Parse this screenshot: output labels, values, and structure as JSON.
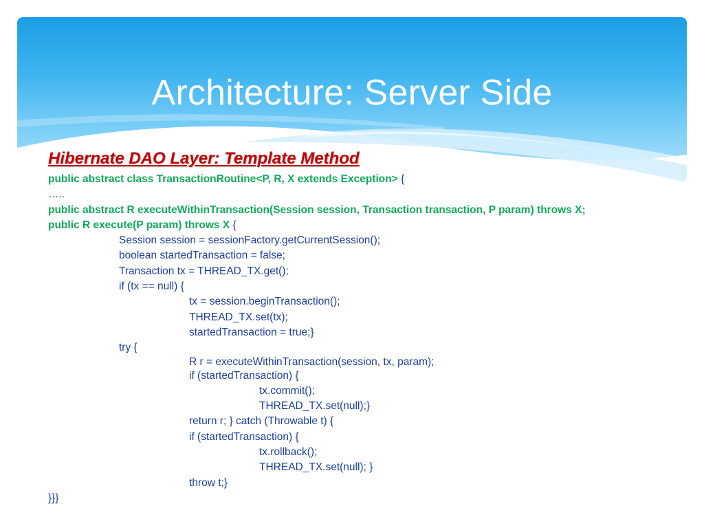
{
  "slide": {
    "title": "Architecture: Server Side",
    "heading": "Hibernate DAO Layer: Template Method",
    "lines": [
      {
        "a": "public abstract class TransactionRoutine<P, R, X extends Exception>",
        "b": " {"
      },
      {
        "a": "",
        "b": "….."
      },
      {
        "a": "public abstract R executeWithinTransaction(Session session, Transaction transaction, P param) throws X;",
        "b": ""
      },
      {
        "a": "public R execute(P param) throws X",
        "b": " {"
      },
      {
        "a": "",
        "b": "Session session = sessionFactory.getCurrentSession();"
      },
      {
        "a": "",
        "b": "boolean startedTransaction = false;"
      },
      {
        "a": "",
        "b": "Transaction tx = THREAD_TX.get();"
      },
      {
        "a": "",
        "b": "if (tx == null) {"
      },
      {
        "a": "",
        "b": "tx = session.beginTransaction();"
      },
      {
        "a": "",
        "b": "THREAD_TX.set(tx);"
      },
      {
        "a": "",
        "b": "startedTransaction = true;}"
      },
      {
        "a": "",
        "b": "try {"
      },
      {
        "a": "",
        "b": "R r = executeWithinTransaction(session, tx, param);"
      },
      {
        "a": "",
        "b": "if (startedTransaction) {"
      },
      {
        "a": "",
        "b": "tx.commit();"
      },
      {
        "a": "",
        "b": "THREAD_TX.set(null);}"
      },
      {
        "a": "",
        "b": "return r; } catch (Throwable t) {"
      },
      {
        "a": "",
        "b": "if (startedTransaction) {"
      },
      {
        "a": "",
        "b": "tx.rollback();"
      },
      {
        "a": "",
        "b": "THREAD_TX.set(null); }"
      },
      {
        "a": "",
        "b": "throw t;}"
      },
      {
        "a": "",
        "b": "}}}"
      }
    ]
  }
}
